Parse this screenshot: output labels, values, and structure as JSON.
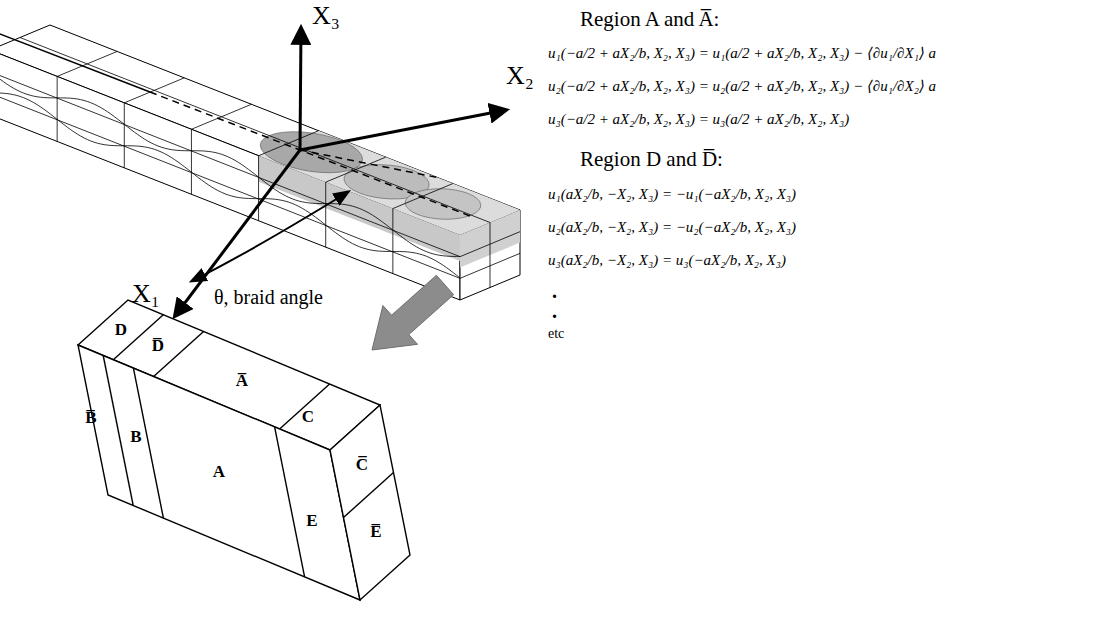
{
  "diagram": {
    "labels": [
      "X₃",
      "X₂",
      "X₁",
      "θ, braid angle",
      "D",
      "D̅",
      "A̅",
      "B̅",
      "B",
      "A",
      "C",
      "C̅",
      "E",
      "E̅",
      "Region A and A̅:",
      "u₁(−a/2 + aX₂/b, X₂, X₃) = u₁(a/2 + aX₂/b, X₂, X₃) − ⟨∂u₁/∂X₁⟩ a",
      "u₂(−a/2 + aX₂/b, X₂, X₃) = u₂(a/2 + aX₂/b, X₂, X₃) − ⟨∂u₁/∂X₂⟩ a",
      "u₃(−a/2 + aX₂/b, X₂, X₃) = u₃(a/2 + aX₂/b, X₂, X₃)",
      "Region D and D̅:",
      "u₁(aX₂/b, −X₂, X₃) = −u₁(−aX₂/b, X₂, X₃)",
      "u₂(aX₂/b, −X₂, X₃) = −u₂(−aX₂/b, X₂, X₃)",
      "u₃(aX₂/b, −X₂, X₃) = u₃(−aX₂/b, X₂, X₃)",
      ".",
      ".",
      "etc"
    ]
  }
}
